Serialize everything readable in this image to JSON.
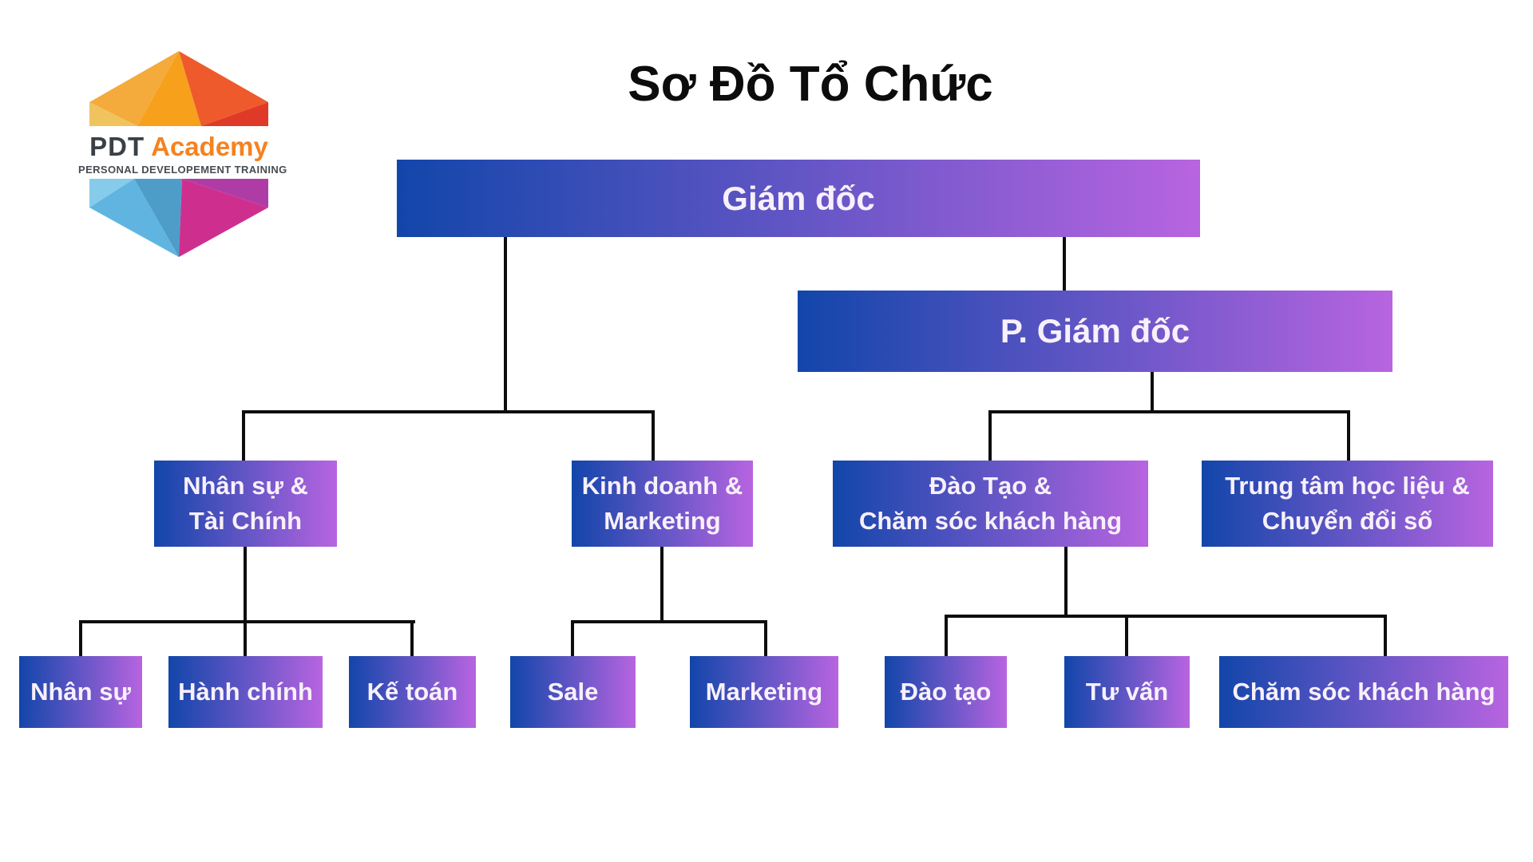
{
  "page": {
    "title": "Sơ Đồ Tổ Chức",
    "background": "#ffffff"
  },
  "logo": {
    "brand_prefix": "PDT",
    "brand_suffix": "Academy",
    "tagline": "PERSONAL DEVELOPEMENT TRAINING",
    "colors": {
      "prefix": "#3b4046",
      "suffix": "#f58220",
      "tagline": "#474c52",
      "facets": [
        "#f4ab3c",
        "#f6a01c",
        "#ee5a2b",
        "#df3a28",
        "#efc45f",
        "#86cbea",
        "#5fb5e0",
        "#4e9dc9",
        "#ce2f8e",
        "#af3ca6"
      ]
    }
  },
  "theme": {
    "node_gradient_start": "#1246aa",
    "node_gradient_mid": "#6b57c8",
    "node_gradient_end": "#b864e0",
    "node_text": "#f8f0fa",
    "connector": "#0d0d0d",
    "title_text": "#0c0c0c"
  },
  "org": {
    "director": {
      "label": "Giám đốc"
    },
    "deputy": {
      "label": "P. Giám đốc"
    },
    "hr_finance": {
      "line1": "Nhân sự &",
      "line2": "Tài Chính"
    },
    "sales_marketing": {
      "line1": "Kinh doanh &",
      "line2": "Marketing"
    },
    "training_care": {
      "line1": "Đào Tạo &",
      "line2": "Chăm sóc khách hàng"
    },
    "resource_center": {
      "line1": "Trung tâm học liệu &",
      "line2": "Chuyển đổi số"
    },
    "hr": {
      "label": "Nhân sự"
    },
    "admin": {
      "label": "Hành chính"
    },
    "accounting": {
      "label": "Kế toán"
    },
    "sale": {
      "label": "Sale"
    },
    "marketing": {
      "label": "Marketing"
    },
    "training": {
      "label": "Đào tạo"
    },
    "consulting": {
      "label": "Tư vấn"
    },
    "customer_care": {
      "label": "Chăm sóc khách hàng"
    }
  },
  "hierarchy": {
    "Giám đốc": [
      "Nhân sự & Tài Chính",
      "Kinh doanh & Marketing",
      "P. Giám đốc"
    ],
    "P. Giám đốc": [
      "Đào Tạo & Chăm sóc khách hàng",
      "Trung tâm học liệu & Chuyển đổi số"
    ],
    "Nhân sự & Tài Chính": [
      "Nhân sự",
      "Hành chính",
      "Kế toán"
    ],
    "Kinh doanh & Marketing": [
      "Sale",
      "Marketing"
    ],
    "Đào Tạo & Chăm sóc khách hàng": [
      "Đào tạo",
      "Tư vấn",
      "Chăm sóc khách hàng"
    ]
  }
}
